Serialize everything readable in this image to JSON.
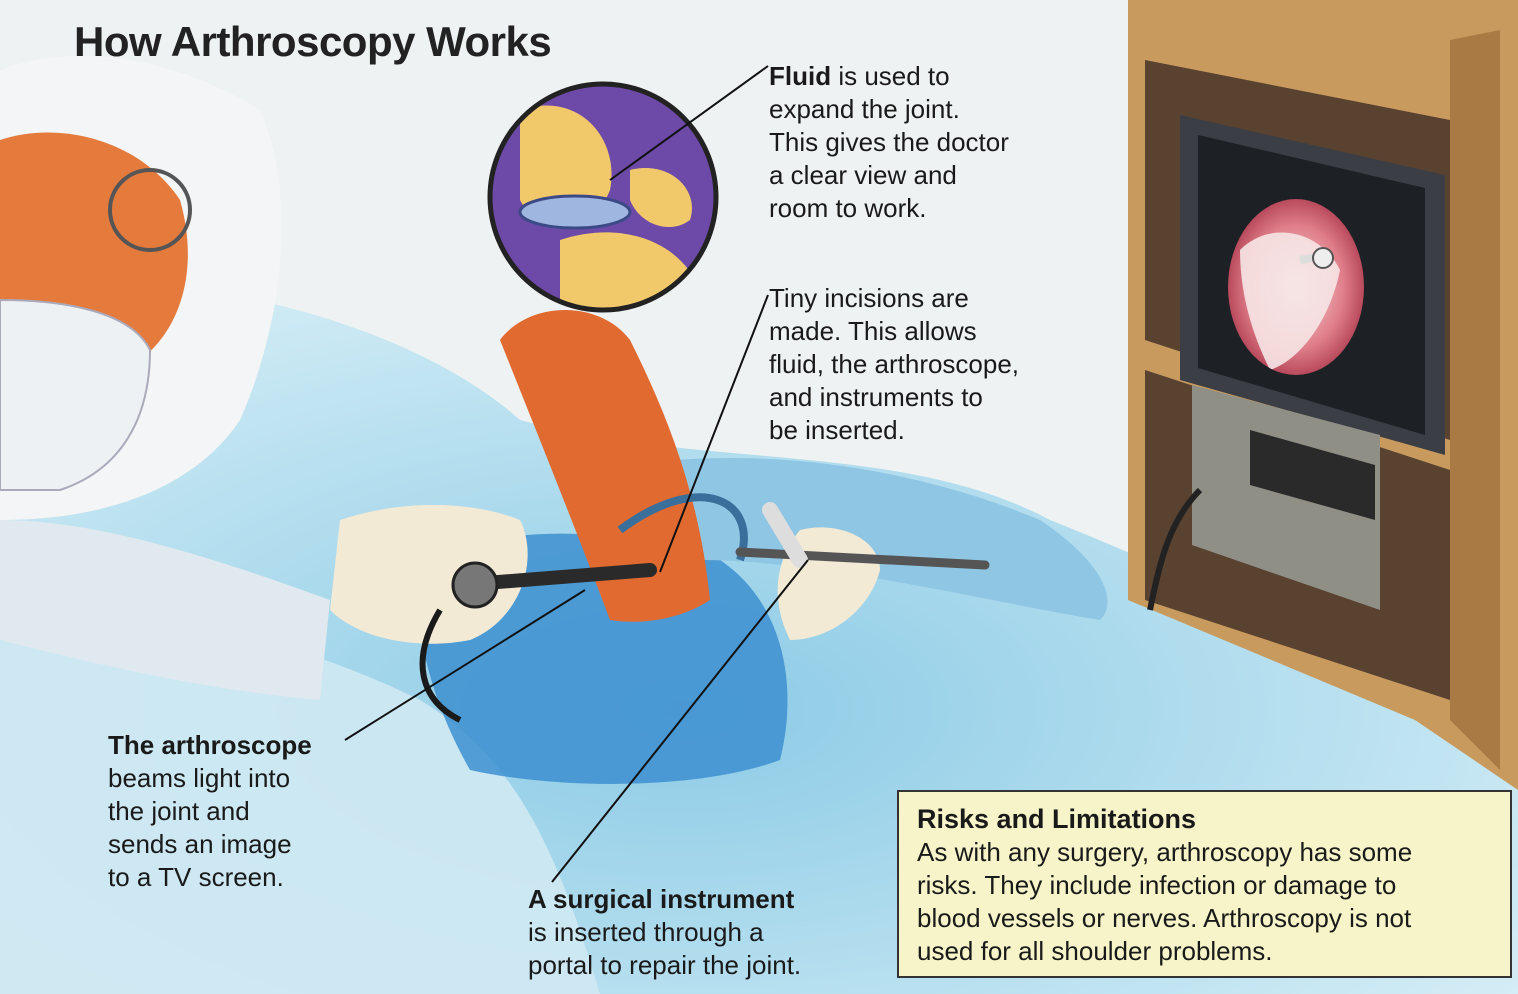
{
  "title": "How Arthroscopy Works",
  "callouts": {
    "fluid": {
      "bold": "Fluid",
      "lines": [
        " is used to",
        "expand the joint.",
        "This gives the doctor",
        "a clear view and",
        "room to work."
      ]
    },
    "incisions": {
      "lines": [
        "Tiny incisions are",
        "made. This allows",
        "fluid, the arthroscope,",
        "and instruments to",
        "be inserted."
      ]
    },
    "arthroscope": {
      "bold": "The arthroscope",
      "lines": [
        "beams light into",
        "the joint and",
        "sends an image",
        "to a TV screen."
      ]
    },
    "instrument": {
      "bold": "A surgical instrument",
      "lines": [
        "is inserted through a",
        "portal to repair the joint."
      ]
    }
  },
  "risks": {
    "heading": "Risks and Limitations",
    "lines": [
      "As with any surgery, arthroscopy has some",
      "risks. They include infection or damage to",
      "blood vessels or nerves. Arthroscopy is not",
      "used for all shoulder problems."
    ]
  },
  "colors": {
    "drape": "#a9d8ea",
    "drape_dark": "#3d8fd0",
    "skin": "#e0703a",
    "cabinet": "#b88a52",
    "box": "#f6f4c8"
  },
  "icons": [
    "doctor-figure",
    "joint-inset",
    "tv-monitor",
    "arthroscope-tool",
    "surgical-instrument"
  ]
}
